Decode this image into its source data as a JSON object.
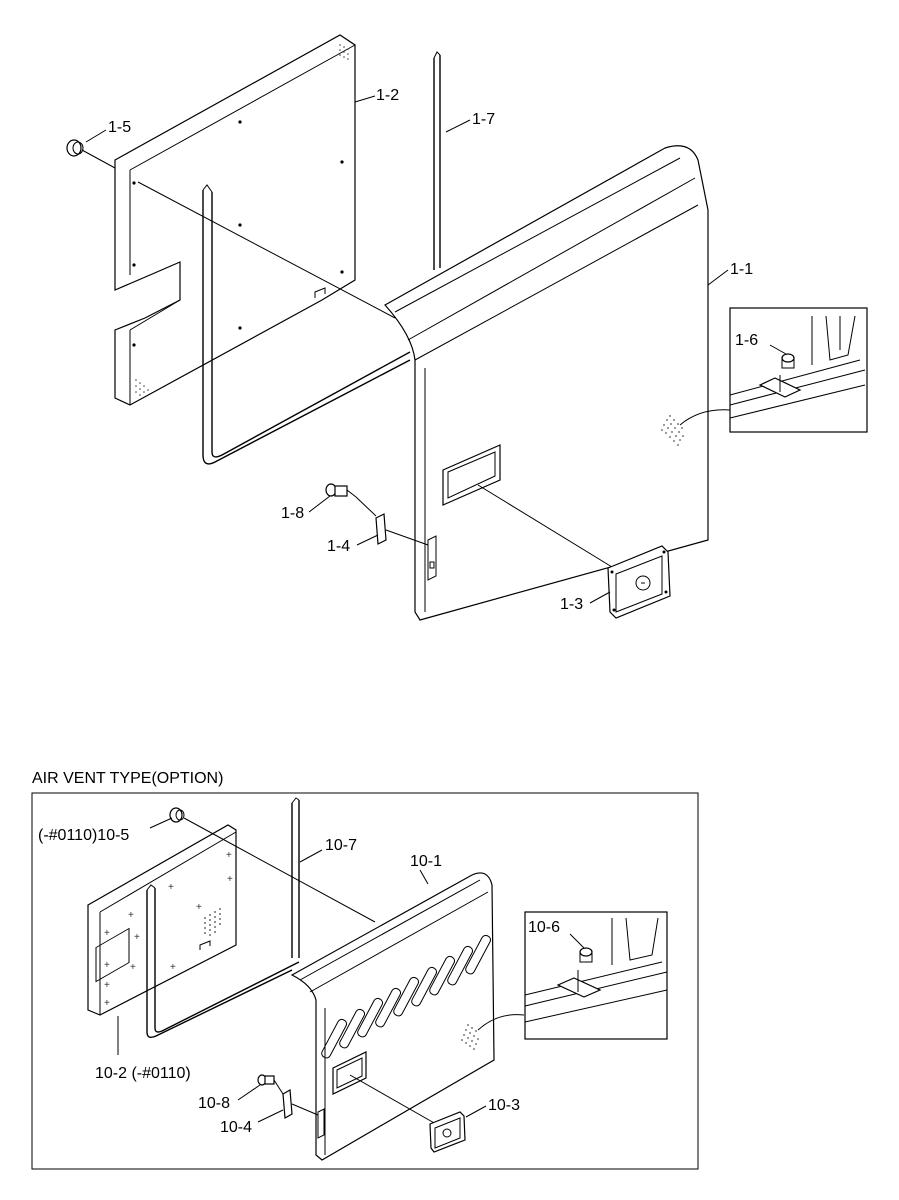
{
  "section_title": "AIR VENT TYPE(OPTION)",
  "labels_top": {
    "p1_1": "1-1",
    "p1_2": "1-2",
    "p1_3": "1-3",
    "p1_4": "1-4",
    "p1_5": "1-5",
    "p1_6": "1-6",
    "p1_7": "1-7",
    "p1_8": "1-8"
  },
  "labels_bottom": {
    "p10_1": "10-1",
    "p10_2": "10-2 (-#0110)",
    "p10_3": "10-3",
    "p10_4": "10-4",
    "p10_5": "(-#0110)10-5",
    "p10_6": "10-6",
    "p10_7": "10-7",
    "p10_8": "10-8"
  }
}
